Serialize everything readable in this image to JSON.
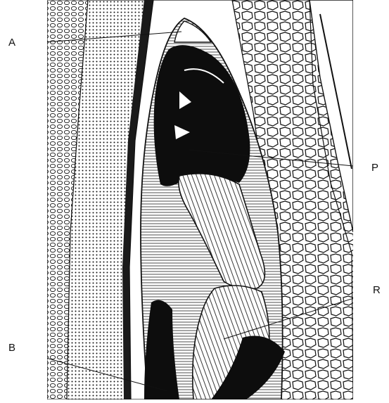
{
  "diagram": {
    "labels": {
      "a": "A",
      "p": "P",
      "r": "R",
      "b": "B"
    },
    "colors": {
      "ink": "#0d0d0d",
      "paper": "#ffffff",
      "cell_fill": "#f4f4f4"
    }
  }
}
